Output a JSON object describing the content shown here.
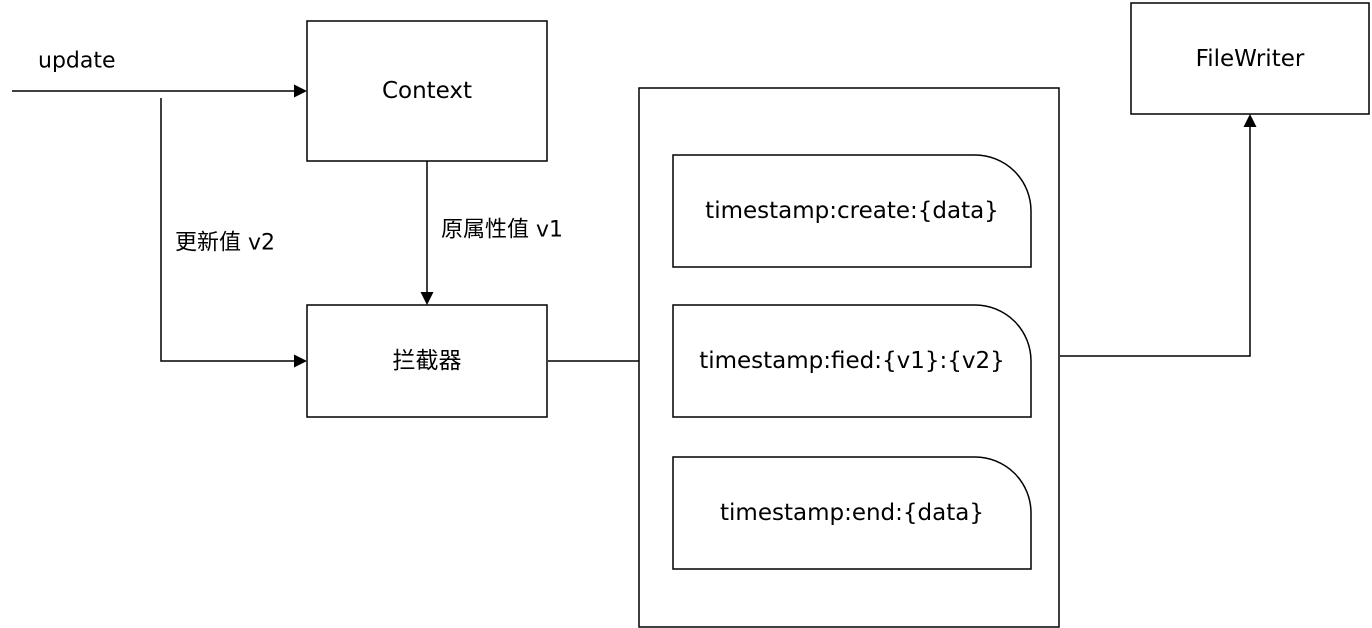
{
  "nodes": {
    "context": "Context",
    "interceptor": "拦截器",
    "filewriter": "FileWriter",
    "record_create": "timestamp:create:{data}",
    "record_field": "timestamp:fied:{v1}:{v2}",
    "record_end": "timestamp:end:{data}"
  },
  "edge_labels": {
    "update": "update",
    "new_value": "更新值 v2",
    "original_value": "原属性值 v1"
  }
}
